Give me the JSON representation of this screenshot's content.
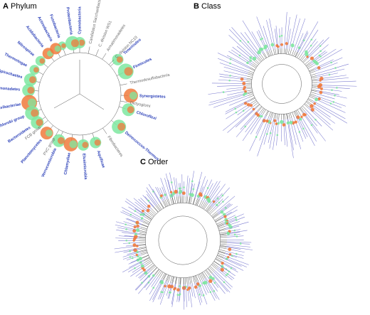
{
  "panels": [
    {
      "letter": "A",
      "name": "Phylum"
    },
    {
      "letter": "B",
      "name": "Class"
    },
    {
      "letter": "C",
      "name": "Order"
    }
  ],
  "phylum_taxa": [
    {
      "label": "Cyanobacteria",
      "angle": 270,
      "highlight": true,
      "node": "green",
      "size": 8
    },
    {
      "label": "Fusobacteria",
      "angle": 250,
      "highlight": true,
      "node": "green",
      "size": 6
    },
    {
      "label": "Acidobacteria",
      "angle": 232,
      "highlight": true,
      "node": "orange",
      "size": 8
    },
    {
      "label": "Nitrospirae",
      "angle": 220,
      "highlight": true,
      "node": "green",
      "size": 7
    },
    {
      "label": "Thermotogae",
      "angle": 208,
      "highlight": true,
      "node": "green",
      "size": 7
    },
    {
      "label": "Spirochaetes",
      "angle": 196,
      "highlight": true,
      "node": "green",
      "size": 9
    },
    {
      "label": "Gemmatimonadetes",
      "angle": 184,
      "highlight": true,
      "node": "green",
      "size": 9
    },
    {
      "label": "Ignavibacteriae",
      "angle": 170,
      "highlight": true,
      "node": "orange",
      "size": 11
    },
    {
      "label": "Chlorobi group",
      "angle": 158,
      "highlight": true,
      "node": "green",
      "size": 10
    },
    {
      "label": "Bacteroidetes",
      "angle": 146,
      "highlight": true,
      "node": "green",
      "size": 9
    },
    {
      "label": "Planctomycetes",
      "angle": 130,
      "highlight": true,
      "node": "orange",
      "size": 9
    },
    {
      "label": "Verrucomicrobia",
      "angle": 114,
      "highlight": true,
      "node": "green",
      "size": 9
    },
    {
      "label": "Chlamydiae",
      "angle": 100,
      "highlight": true,
      "node": "orange",
      "size": 10
    },
    {
      "label": "Elusimicrobia",
      "angle": 86,
      "highlight": true,
      "node": "green",
      "size": 8
    },
    {
      "label": "Aquificae",
      "angle": 72,
      "highlight": true,
      "node": "green",
      "size": 8
    },
    {
      "label": "Deinococcus-Thermus",
      "angle": 40,
      "highlight": true,
      "node": "green",
      "size": 10
    },
    {
      "label": "Chloroflexi",
      "angle": 18,
      "highlight": true,
      "node": "green",
      "size": 9
    },
    {
      "label": "Synergistetes",
      "angle": 2,
      "highlight": true,
      "node": "orange",
      "size": 10
    },
    {
      "label": "Tenericutes",
      "angle": 318,
      "highlight": true,
      "node": "green",
      "size": 8
    },
    {
      "label": "Firmicutes",
      "angle": 334,
      "highlight": true,
      "node": "green",
      "size": 11
    },
    {
      "label": "Proteobacteria",
      "angle": 262,
      "highlight": true,
      "node": "green",
      "size": 10
    },
    {
      "label": "Actinobacteria",
      "angle": 242,
      "highlight": true,
      "node": "orange",
      "size": 8
    },
    {
      "label": "Candidatus Saccharibacteria",
      "angle": 282,
      "highlight": false,
      "node": "none",
      "size": 0
    },
    {
      "label": "C. division WS1",
      "angle": 293,
      "highlight": false,
      "node": "none",
      "size": 0
    },
    {
      "label": "Armatimonadetes",
      "angle": 303,
      "highlight": false,
      "node": "none",
      "size": 0
    },
    {
      "label": "C. division NC10",
      "angle": 315,
      "highlight": false,
      "node": "none",
      "size": 0
    },
    {
      "label": "Thermodesulfobacteria",
      "angle": 348,
      "highlight": false,
      "node": "none",
      "size": 0
    },
    {
      "label": "Fibrobacteres",
      "angle": 56,
      "highlight": false,
      "node": "none",
      "size": 0
    },
    {
      "label": "Dictyoglomi",
      "angle": 10,
      "highlight": false,
      "node": "none",
      "size": 0
    },
    {
      "label": "FCB group",
      "angle": 140,
      "highlight": false,
      "node": "none",
      "size": 0
    },
    {
      "label": "PVC group",
      "angle": 120,
      "highlight": false,
      "node": "none",
      "size": 0
    }
  ],
  "colors": {
    "highlight_label": "#2a3fb8",
    "leaf_label": "#6d6dd6",
    "node_green": "#7ee8a0",
    "node_orange": "#f07a3c",
    "branch": "#555555"
  }
}
